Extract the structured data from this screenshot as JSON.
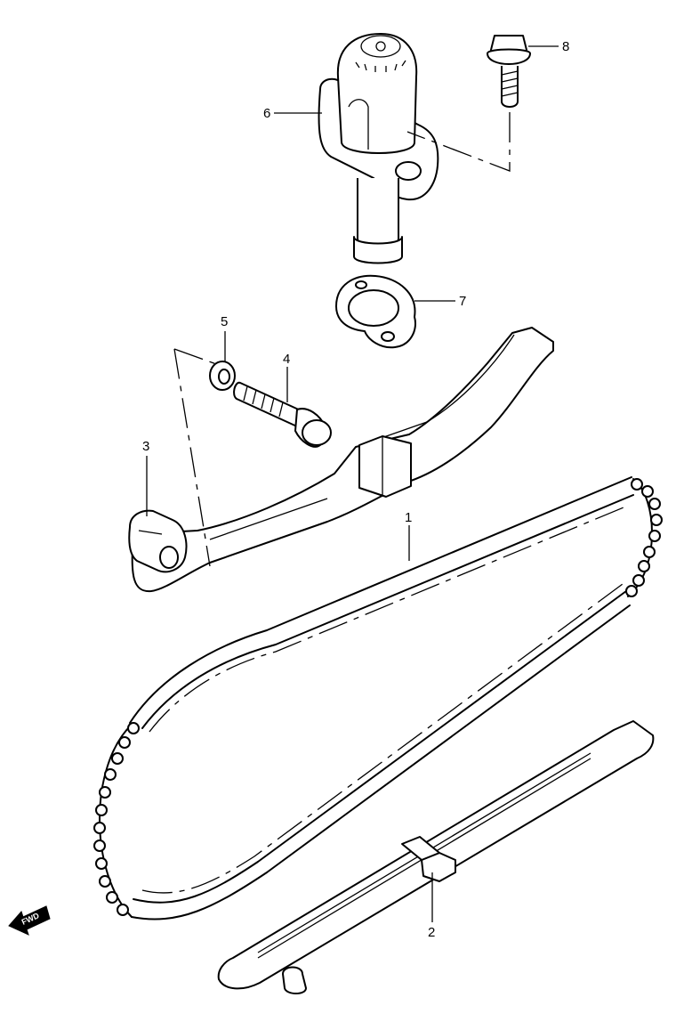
{
  "callouts": [
    {
      "id": "1",
      "label": "1"
    },
    {
      "id": "2",
      "label": "2"
    },
    {
      "id": "3",
      "label": "3"
    },
    {
      "id": "4",
      "label": "4"
    },
    {
      "id": "5",
      "label": "5"
    },
    {
      "id": "6",
      "label": "6"
    },
    {
      "id": "7",
      "label": "7"
    },
    {
      "id": "8",
      "label": "8"
    }
  ],
  "fwd_badge": {
    "label": "FWD"
  }
}
